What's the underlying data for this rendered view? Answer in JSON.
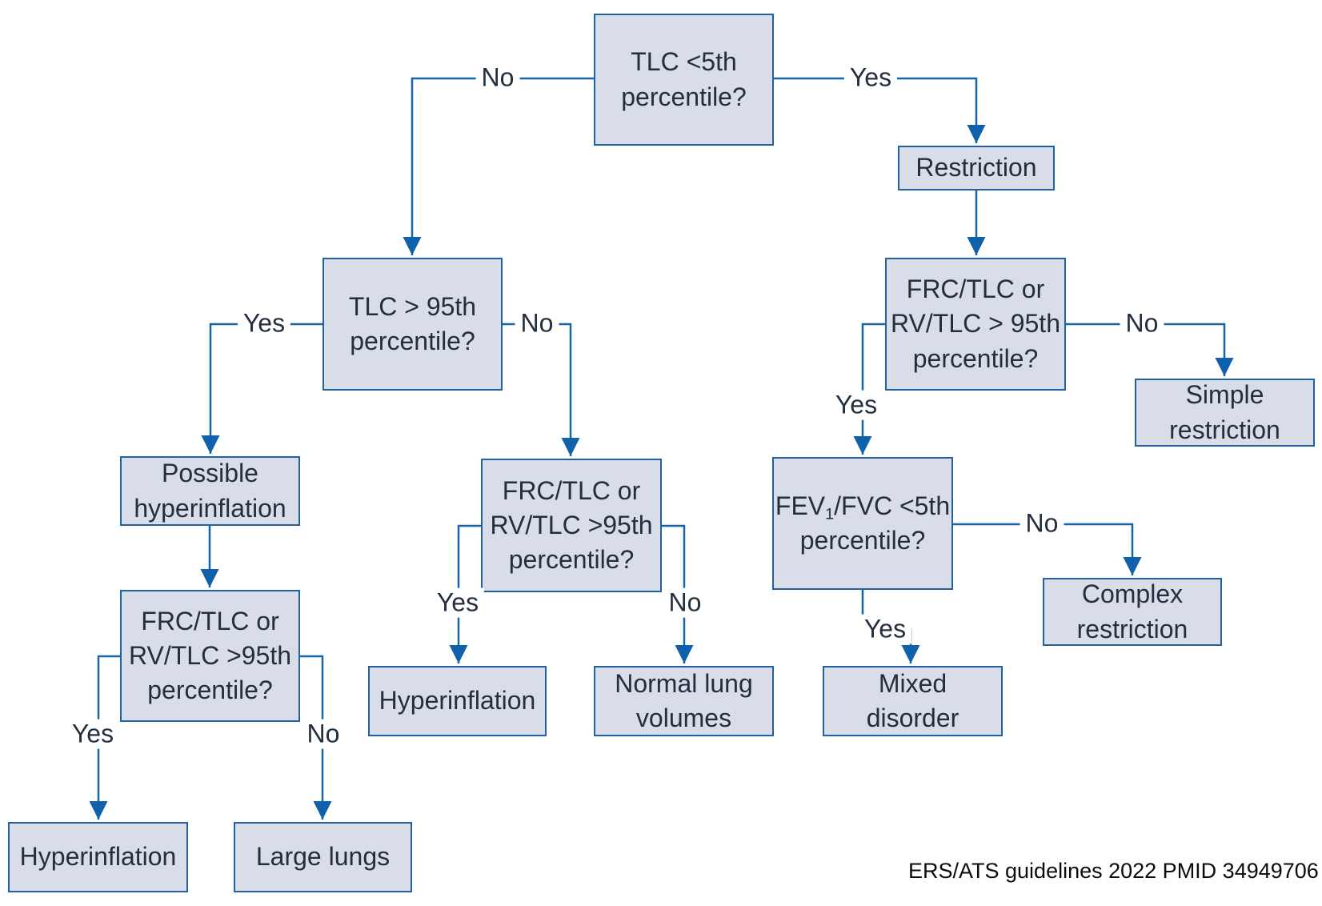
{
  "colors": {
    "background": "#ffffff",
    "box-fill": "#d9dde8",
    "box-border": "#2261a0",
    "line": "#1565ac",
    "arrow": "#0f61ab",
    "text": "#232f3e",
    "caption-text": "#0b0b0b"
  },
  "nodes": {
    "tlc_lt_5th": {
      "label": "TLC <5th\npercentile?"
    },
    "restriction": {
      "label": "Restriction"
    },
    "frc_right": {
      "label": "FRC/TLC or\nRV/TLC > 95th\npercentile?"
    },
    "simple_restriction": {
      "label": "Simple\nrestriction"
    },
    "fev1_fvc": {
      "pre": "FEV",
      "sub": "1",
      "post": "/FVC <5th\npercentile?"
    },
    "complex_restriction": {
      "label": "Complex\nrestriction"
    },
    "mixed_disorder": {
      "label": "Mixed\ndisorder"
    },
    "tlc_gt_95th": {
      "label": "TLC > 95th\npercentile?"
    },
    "possible_hyperinflation": {
      "label": "Possible\nhyperinflation"
    },
    "frc_left": {
      "label": "FRC/TLC or\nRV/TLC >95th\npercentile?"
    },
    "hyperinflation_left": {
      "label": "Hyperinflation"
    },
    "large_lungs": {
      "label": "Large lungs"
    },
    "frc_mid": {
      "label": "FRC/TLC or\nRV/TLC >95th\npercentile?"
    },
    "hyperinflation_mid": {
      "label": "Hyperinflation"
    },
    "normal_lung_volumes": {
      "label": "Normal lung\nvolumes"
    }
  },
  "edge_labels": {
    "top_no": "No",
    "top_yes": "Yes",
    "tlc95_yes": "Yes",
    "tlc95_no": "No",
    "frcright_yes": "Yes",
    "frcright_no": "No",
    "frcleft_yes": "Yes",
    "frcleft_no": "No",
    "frcmid_yes": "Yes",
    "frcmid_no": "No",
    "fev_yes": "Yes",
    "fev_no": "No"
  },
  "caption": "ERS/ATS guidelines 2022 PMID 34949706"
}
